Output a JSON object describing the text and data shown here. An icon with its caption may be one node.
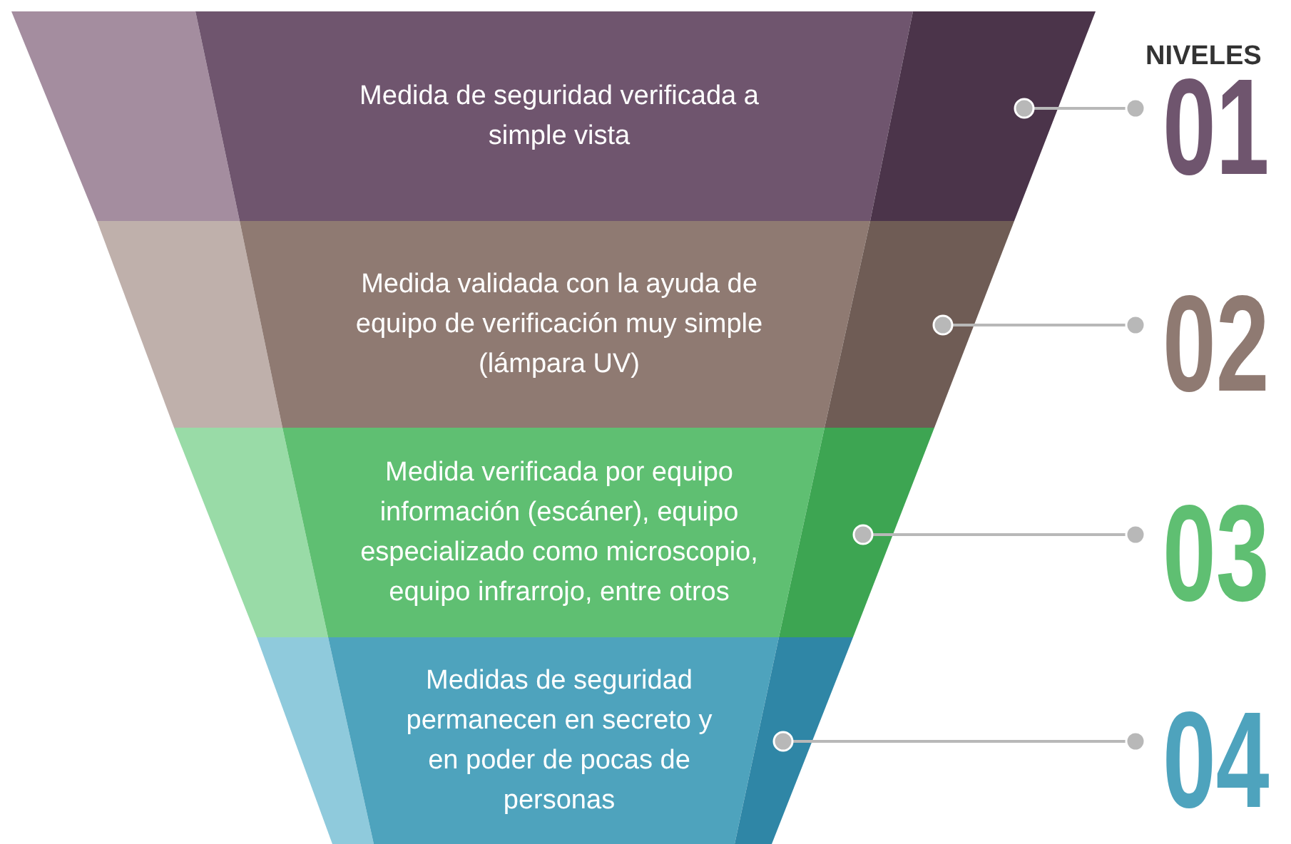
{
  "diagram": {
    "title": "NIVELES",
    "nodes": [
      {
        "text": [
          "Medida de seguridad verificada a simple vista"
        ]
      },
      {
        "text": [
          "Medida validada con la ayuda de equipo de verificación muy simple (lámpara UV)"
        ]
      },
      {
        "text": [
          "Medida verificada por equipo información (escáner), equipo especializado como microscopio, equipo infrarrojo, entre otros"
        ]
      },
      {
        "text": [
          "Medidas de seguridad permanecen en secreto y en poder de pocas de personas"
        ]
      },
      {
        "text": [
          "01"
        ]
      },
      {
        "text": [
          "02"
        ]
      },
      {
        "text": [
          "03"
        ]
      },
      {
        "text": [
          "04"
        ]
      }
    ],
    "edges": [
      {
        "from": 0,
        "to": 4,
        "arrow": "other"
      },
      {
        "from": 1,
        "to": 5,
        "arrow": "other"
      },
      {
        "from": 2,
        "to": 6,
        "arrow": "other"
      },
      {
        "from": 3,
        "to": 7,
        "arrow": "other"
      }
    ]
  }
}
